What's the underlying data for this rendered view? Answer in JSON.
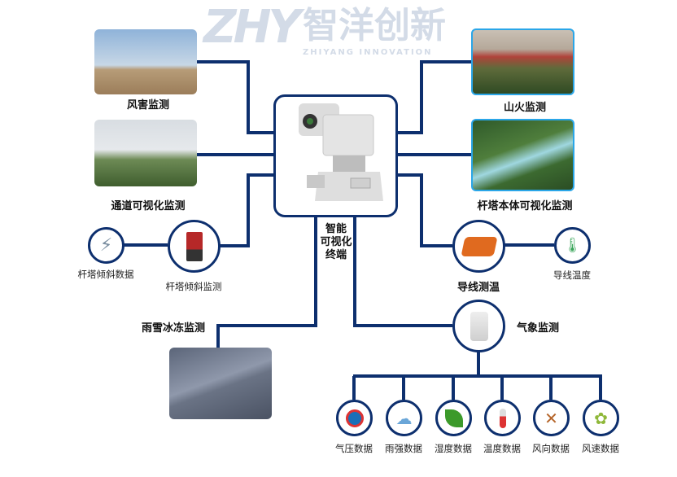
{
  "colors": {
    "line": "#0d2f6e",
    "photo_border": "#2aa6e8"
  },
  "watermark": {
    "logo": "ZHY",
    "name": "智洋创新",
    "sub": "ZHIYANG INNOVATION"
  },
  "center": {
    "label_lines": [
      "智能",
      "可视化",
      "终端"
    ]
  },
  "left": {
    "wind": "风害监测",
    "channel": "通道可视化监测",
    "tilt_data": "杆塔倾斜数据",
    "tilt_monitor": "杆塔倾斜监测",
    "ice": "雨雪冰冻监测"
  },
  "right": {
    "fire": "山火监测",
    "tower": "杆塔本体可视化监测",
    "conductor_temp_monitor": "导线测温",
    "conductor_temp": "导线温度",
    "weather": "气象监测"
  },
  "weather_items": [
    {
      "label": "气压数据",
      "icon": "gauge-icon"
    },
    {
      "label": "雨强数据",
      "icon": "rain-cloud-icon"
    },
    {
      "label": "湿度数据",
      "icon": "leaf-icon"
    },
    {
      "label": "温度数据",
      "icon": "thermometer-icon"
    },
    {
      "label": "风向数据",
      "icon": "windmill-icon"
    },
    {
      "label": "风速数据",
      "icon": "pinwheel-icon"
    }
  ]
}
